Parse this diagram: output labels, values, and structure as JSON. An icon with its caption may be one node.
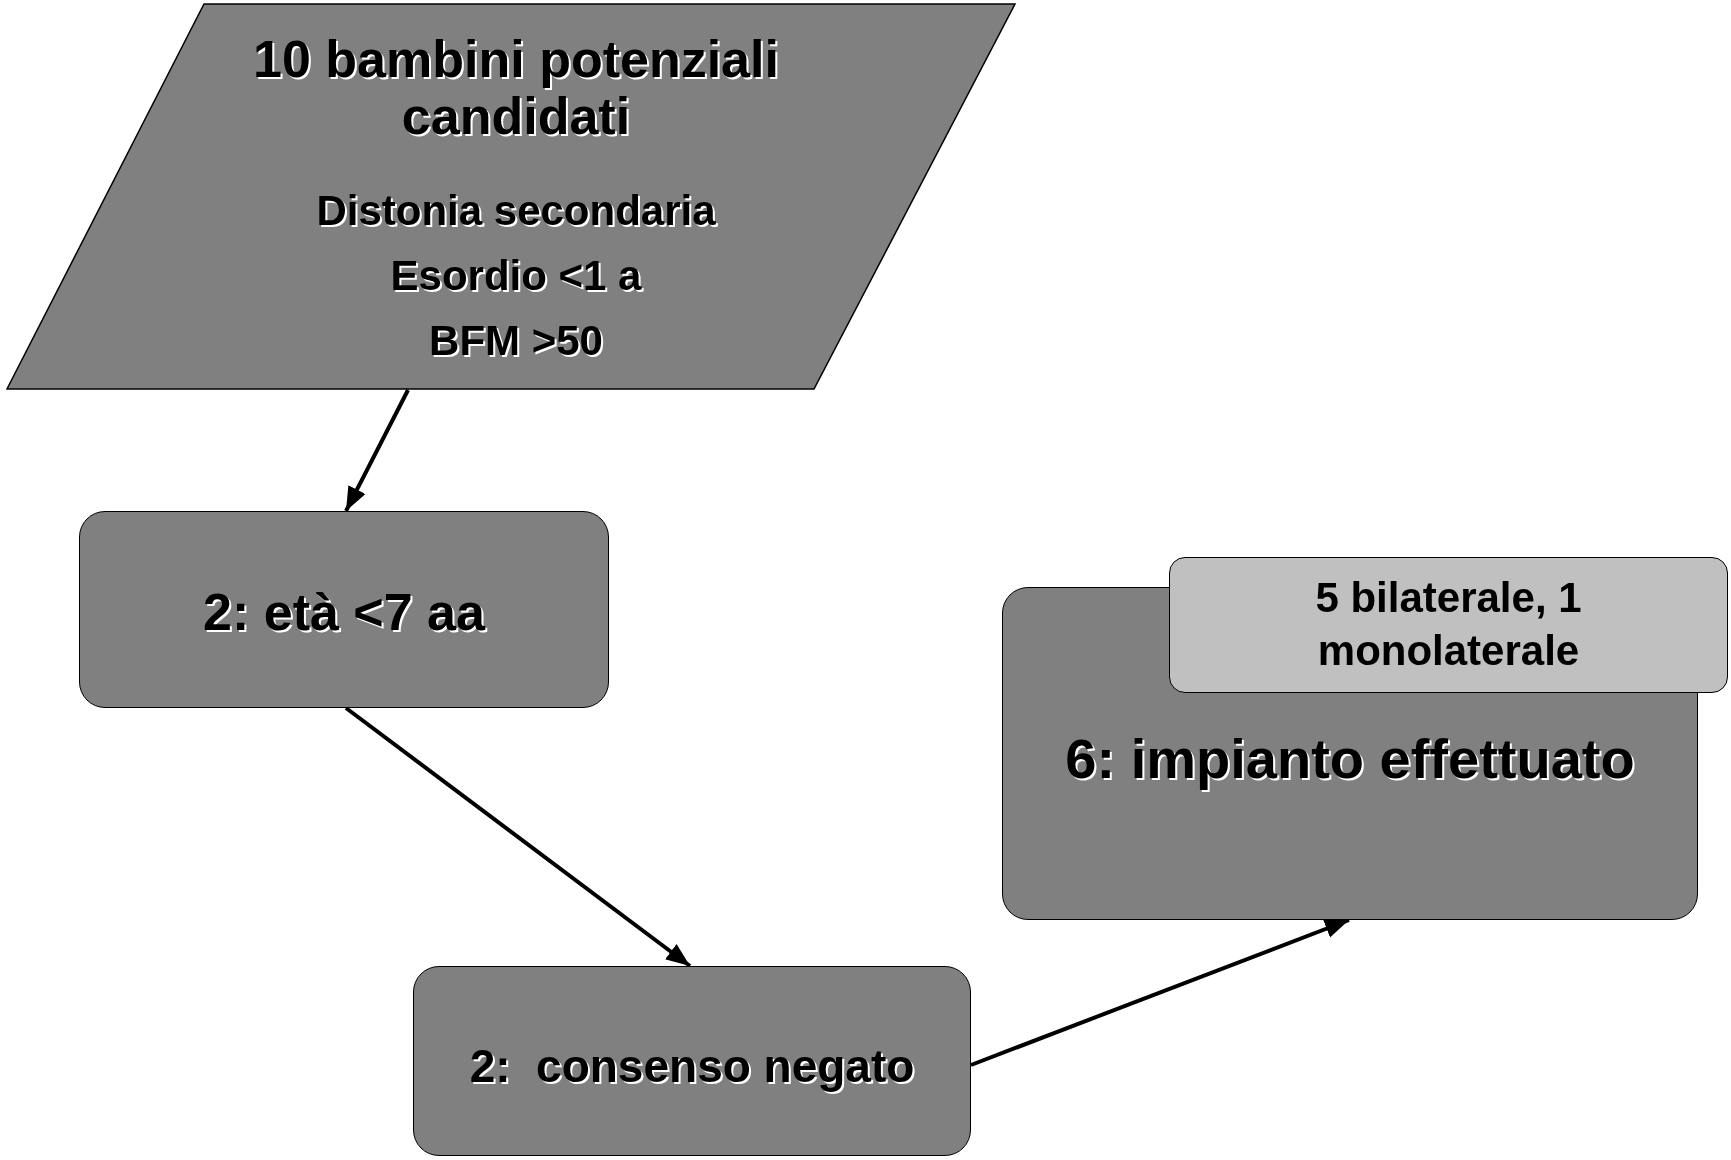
{
  "diagram": {
    "nodes": [
      {
        "text": [
          "10 bambini potenziali candidati",
          "Distonia secondaria",
          "Esordio <1 a",
          "BFM >50"
        ]
      },
      {
        "text": [
          "2: età <7 aa"
        ]
      },
      {
        "text": [
          "2:  consenso negato"
        ]
      },
      {
        "text": [
          "6: impianto effettuato"
        ]
      },
      {
        "text": [
          "5 bilaterale, 1 monolaterale"
        ]
      }
    ],
    "edges": [
      {
        "from": 0,
        "to": 1,
        "arrow": "to"
      },
      {
        "from": 1,
        "to": 2,
        "arrow": "to"
      },
      {
        "from": 2,
        "to": 3,
        "arrow": "to"
      }
    ]
  }
}
